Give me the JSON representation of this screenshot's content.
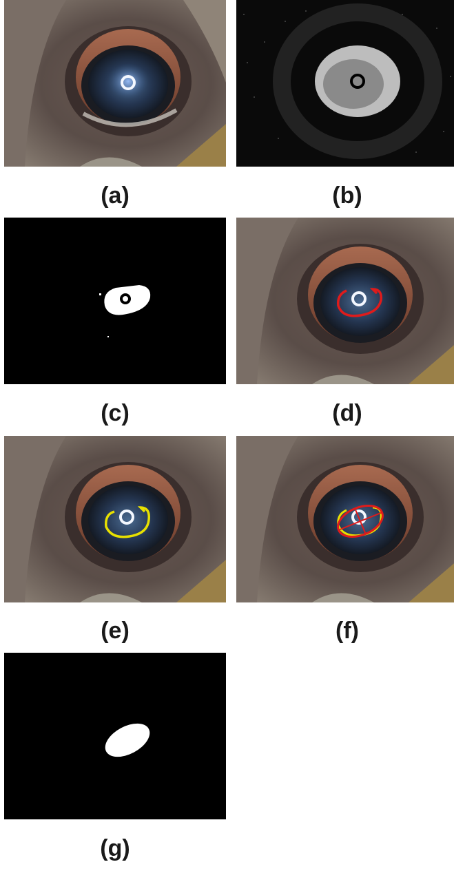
{
  "figure": {
    "panels": [
      {
        "id": "a",
        "label": "(a)",
        "kind": "original-eye-image"
      },
      {
        "id": "b",
        "label": "(b)",
        "kind": "processed-grayscale-image"
      },
      {
        "id": "c",
        "label": "(c)",
        "kind": "binary-segmentation-mask"
      },
      {
        "id": "d",
        "label": "(d)",
        "kind": "eye-with-red-pupil-contour"
      },
      {
        "id": "e",
        "label": "(e)",
        "kind": "eye-with-yellow-pupil-contour"
      },
      {
        "id": "f",
        "label": "(f)",
        "kind": "eye-with-fitted-ellipse-and-axes"
      },
      {
        "id": "g",
        "label": "(g)",
        "kind": "binary-ellipse-mask"
      }
    ],
    "colors": {
      "contour_red": "#e01b1b",
      "contour_yellow": "#e8e000",
      "mask_white": "#ffffff",
      "mask_black": "#000000"
    }
  }
}
